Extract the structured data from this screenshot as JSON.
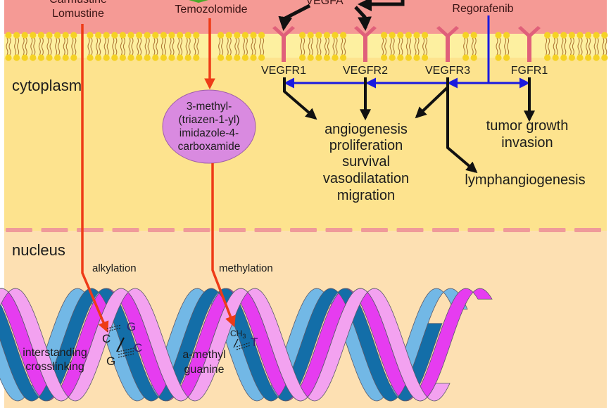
{
  "regions": {
    "cytoplasm": "cytoplasm",
    "nucleus": "nucleus"
  },
  "drugs": {
    "carmustine": "Carmustine",
    "lomustine": "Lomustine",
    "temozolomide": "Temozolomide",
    "regorafenib": "Regorafenib"
  },
  "ligand": "VEGFA",
  "receptors": [
    "VEGFR1",
    "VEGFR2",
    "VEGFR3",
    "FGFR1"
  ],
  "metabolite": {
    "lines": [
      "3-methyl-",
      "(triazen-1-yl)",
      "imidazole-4-",
      "carboxamide"
    ]
  },
  "outcomes": {
    "vegf_effects": [
      "angiogenesis",
      "proliferation",
      "survival",
      "vasodilatation",
      "migration"
    ],
    "fgfr_effects": [
      "tumor growth",
      "invasion"
    ],
    "vegfr3_effect": "lymphangiogenesis"
  },
  "dna": {
    "alkylation_label": "alkylation",
    "methylation_label": "methylation",
    "crosslink_label": [
      "interstanding",
      "crosslinking"
    ],
    "methyl_label": [
      "a-methyl",
      "guanine"
    ],
    "bases_left": {
      "g_top": "G",
      "c_left": "C",
      "c_right": "C",
      "g_bottom": "G"
    },
    "bases_right": {
      "ch3": "CH",
      "ch3_sub": "3",
      "t": "T"
    }
  },
  "colors": {
    "extracellular": "#f59a95",
    "cytoplasm": "#fde38e",
    "nucleus": "#fde0b2",
    "drug_arrow": "#ee3b17",
    "inhibit_arrow": "#1a1ae0",
    "receptor": "#e0607a",
    "metabolite_fill": "#d98ae0",
    "dna_light_blue": "#72b8e6",
    "dna_dark_blue": "#136ea8",
    "dna_magenta": "#e63cf0",
    "dna_pink": "#f3a2f0"
  }
}
